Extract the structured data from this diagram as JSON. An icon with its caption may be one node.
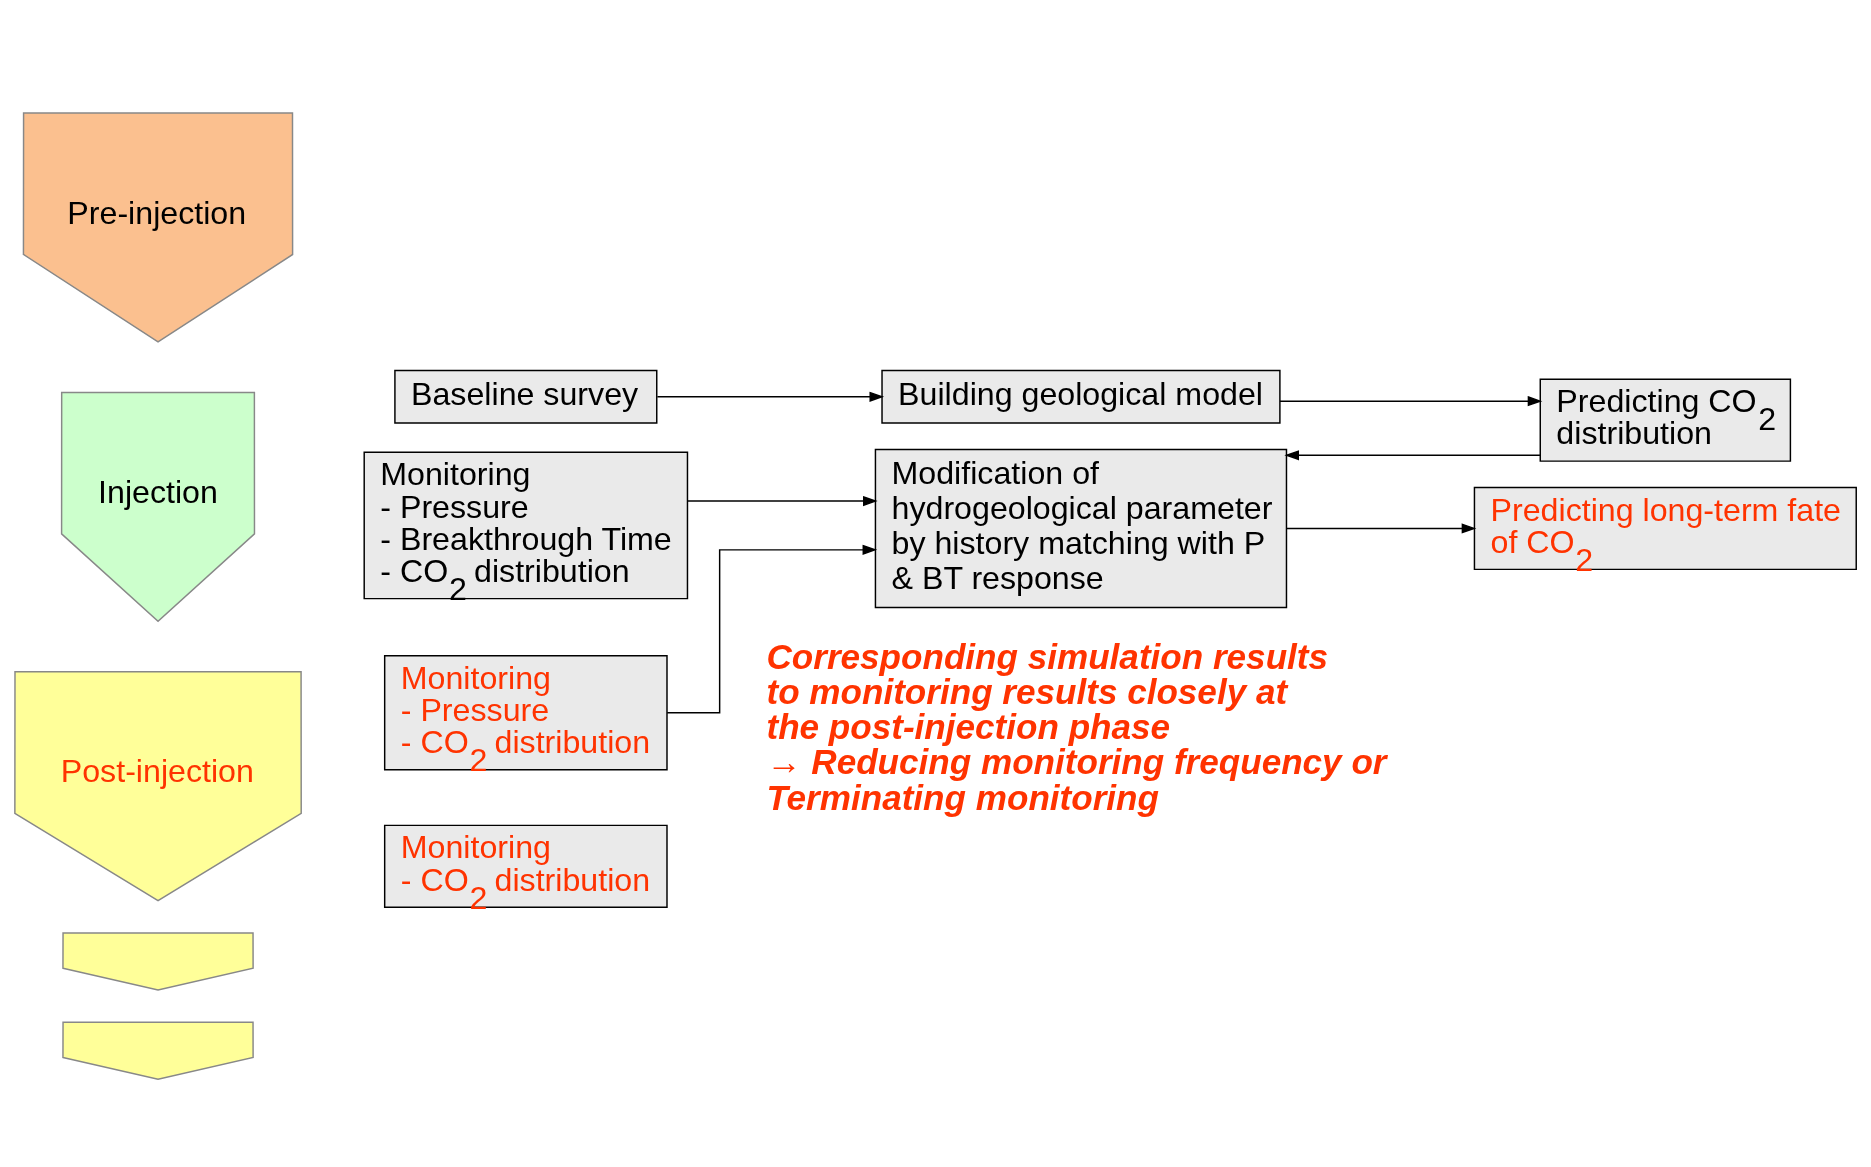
{
  "diagram": {
    "nodes": [
      {
        "text": [
          "Pre-injection"
        ]
      },
      {
        "text": [
          "Injection"
        ]
      },
      {
        "text": [
          "Post-injection"
        ]
      },
      {
        "text": [],
        "shape": "chevron"
      },
      {
        "text": [],
        "shape": "chevron"
      },
      {
        "text": [
          "Baseline survey"
        ]
      },
      {
        "text": [
          "Building geological model"
        ]
      },
      {
        "text": [
          "Predicting CO$_{2}$ distribution"
        ]
      },
      {
        "text": [
          "Monitoring",
          "- Pressure",
          "- Breakthrough Time",
          "- CO$_{2}$ distribution"
        ]
      },
      {
        "text": [
          "Modification of hydrogeological parameter by history matching with P & BT response"
        ]
      },
      {
        "text": [
          "Predicting long-term fate of CO$_{2}$"
        ]
      },
      {
        "text": [
          "Monitoring",
          "- Pressure",
          "- CO$_{2}$ distribution"
        ]
      },
      {
        "text": [
          "Monitoring",
          "- CO$_{2}$ distribution"
        ]
      }
    ],
    "edges": [
      {
        "from": 5,
        "to": 6,
        "arrow": "to"
      },
      {
        "from": 6,
        "to": 7,
        "arrow": "to"
      },
      {
        "from": 7,
        "to": 9,
        "arrow": "to"
      },
      {
        "from": 8,
        "to": 9,
        "arrow": "to"
      },
      {
        "from": 11,
        "to": 9,
        "arrow": "to"
      },
      {
        "from": 9,
        "to": 10,
        "arrow": "to"
      }
    ],
    "labels": [
      "Corresponding simulation results to monitoring results closely at the post-injection phase",
      "→ Reducing monitoring frequency or Terminating monitoring"
    ]
  }
}
